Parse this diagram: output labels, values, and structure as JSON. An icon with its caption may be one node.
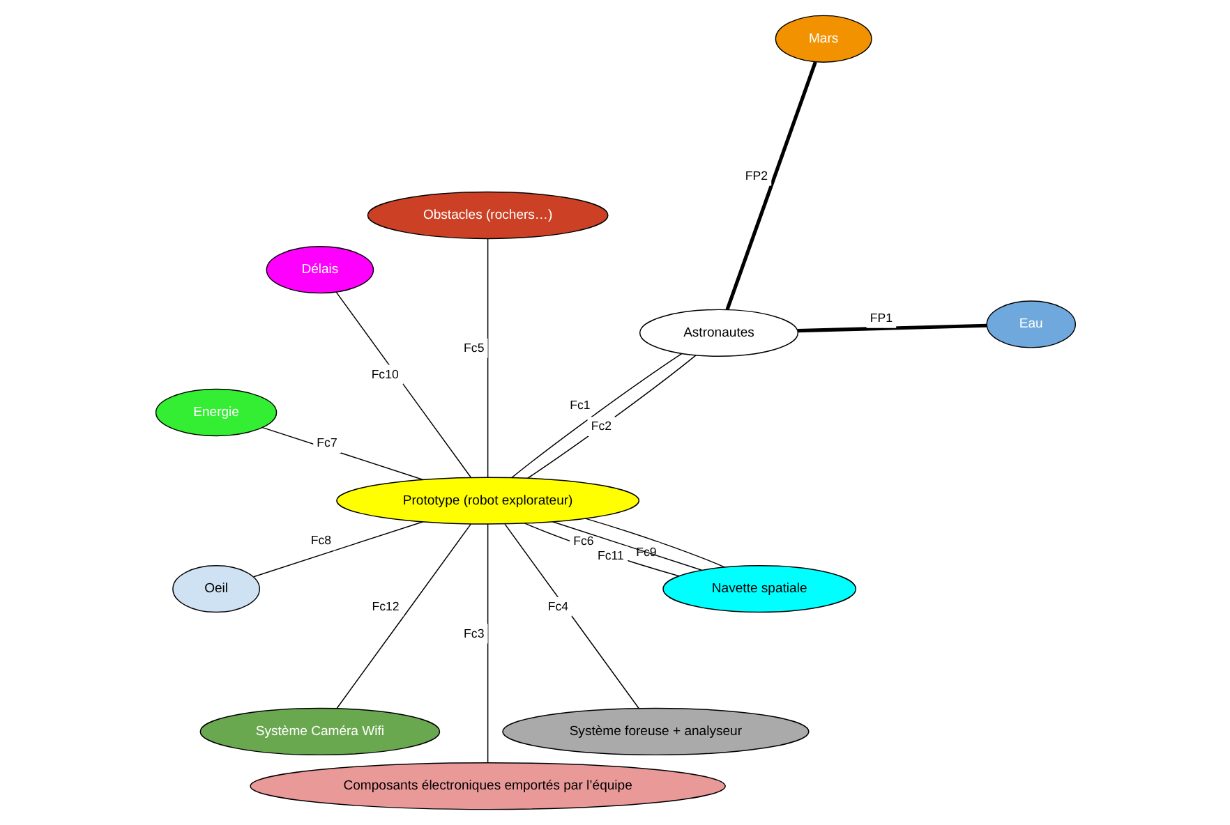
{
  "diagram": {
    "nodes": [
      {
        "text": [
          "Mars"
        ]
      },
      {
        "text": [
          "Astronautes"
        ]
      },
      {
        "text": [
          "Obstacles (rochers…)"
        ]
      },
      {
        "text": [
          "Eau"
        ]
      },
      {
        "text": [
          "Délais"
        ]
      },
      {
        "text": [
          "Prototype (robot explorateur)"
        ]
      },
      {
        "text": [
          "Energie"
        ]
      },
      {
        "text": [
          "Oeil"
        ]
      },
      {
        "text": [
          "Système Caméra Wifi"
        ]
      },
      {
        "text": [
          "Composants électroniques emportés par l’équipe"
        ]
      },
      {
        "text": [
          "Système foreuse + analyseur"
        ]
      },
      {
        "text": [
          "Navette spatiale"
        ]
      }
    ],
    "edges": [
      {
        "from": 0,
        "to": 1,
        "arrow": "none",
        "label": "FP2",
        "style": "thick"
      },
      {
        "from": 1,
        "to": 3,
        "arrow": "none",
        "label": "FP1",
        "style": "thick"
      },
      {
        "from": 5,
        "to": 1,
        "arrow": "none",
        "label": "Fc1"
      },
      {
        "from": 5,
        "to": 1,
        "arrow": "none",
        "label": "Fc2"
      },
      {
        "from": 5,
        "to": 2,
        "arrow": "none",
        "label": "Fc5"
      },
      {
        "from": 5,
        "to": 4,
        "arrow": "none",
        "label": "Fc10"
      },
      {
        "from": 5,
        "to": 6,
        "arrow": "none",
        "label": "Fc7"
      },
      {
        "from": 5,
        "to": 7,
        "arrow": "none",
        "label": "Fc8"
      },
      {
        "from": 5,
        "to": 8,
        "arrow": "none",
        "label": "Fc12"
      },
      {
        "from": 5,
        "to": 9,
        "arrow": "none",
        "label": "Fc3"
      },
      {
        "from": 5,
        "to": 10,
        "arrow": "none",
        "label": "Fc4"
      },
      {
        "from": 5,
        "to": 11,
        "arrow": "none",
        "label": "Fc9"
      },
      {
        "from": 5,
        "to": 11,
        "arrow": "none",
        "label": "Fc6"
      },
      {
        "from": 5,
        "to": 11,
        "arrow": "none",
        "label": "Fc11"
      }
    ]
  }
}
